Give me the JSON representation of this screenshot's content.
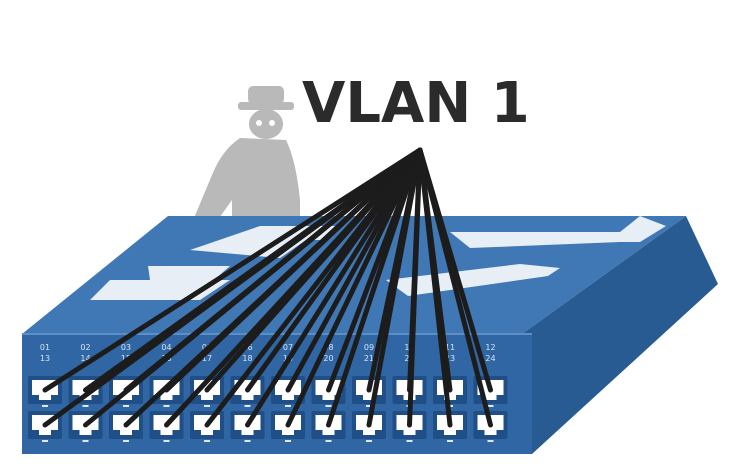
{
  "diagram": {
    "title": "VLAN 1",
    "port_top_labels": [
      "01",
      "02",
      "03",
      "04",
      "05",
      "06",
      "07",
      "08",
      "09",
      "10",
      "11",
      "12"
    ],
    "port_bottom_labels": [
      "13",
      "14",
      "15",
      "16",
      "17",
      "18",
      "19",
      "20",
      "21",
      "22",
      "23",
      "24"
    ],
    "colors": {
      "switch_top": "#3f78b4",
      "switch_front": "#2f66a3",
      "switch_side": "#295b93",
      "arrow_shape": "#e8eef6",
      "port_frame": "#1f4f86",
      "port_fill": "#ffffff",
      "cable": "#1c1c1c",
      "spy": "#b9b9b9",
      "title": "#2b2b2b"
    },
    "icons": {
      "spy": "spy-icon",
      "switch": "network-switch-icon"
    }
  }
}
